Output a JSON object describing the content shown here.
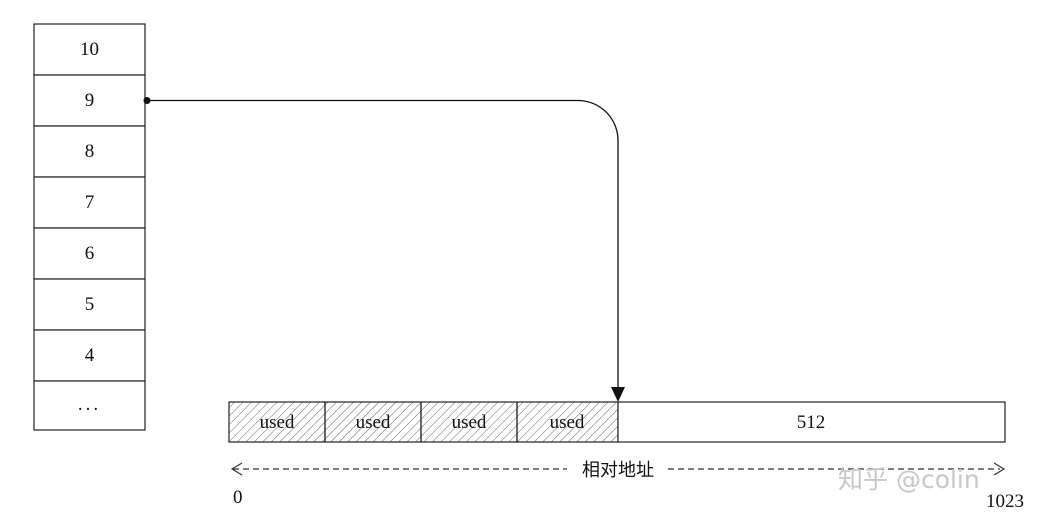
{
  "list": {
    "cells": [
      "10",
      "9",
      "8",
      "7",
      "6",
      "5",
      "4",
      "..."
    ]
  },
  "memory": {
    "used_blocks": [
      "used",
      "used",
      "used",
      "used"
    ],
    "free_block": "512"
  },
  "axis": {
    "label": "相对地址",
    "start": "0",
    "end": "1023"
  },
  "watermark": {
    "text": "知乎 @colin"
  }
}
